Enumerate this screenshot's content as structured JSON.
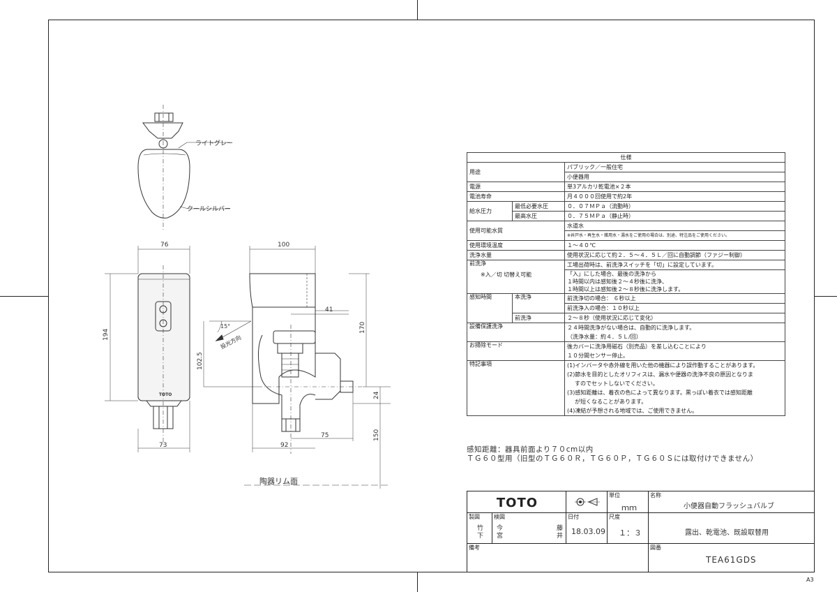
{
  "drawing": {
    "callouts": {
      "light_gray": "ライトグレー",
      "cool_silver": "クールシルバー",
      "light_direction": "投光方向"
    },
    "brand_mark": "TOTO",
    "dimensions": {
      "front_width": "76",
      "side_width": "100",
      "front_height": "194",
      "offset_41": "41",
      "angle": "15°",
      "height_102_5": "102.5",
      "height_170": "170",
      "height_24": "24",
      "depth_73": "73",
      "depth_92": "92",
      "depth_75": "75",
      "height_150": "150"
    },
    "rim_label": "陶器リム面",
    "notes": [
      "感知距離：器具前面より７０cm以内",
      "ＴＧ６０型用（旧型のＴＧ６０Ｒ，ＴＧ６０Ｐ，ＴＧ６０Ｓには取付けできません）"
    ]
  },
  "spec": {
    "title": "仕様",
    "rows": {
      "use_label": "用途",
      "use_v1": "パブリック／一般住宅",
      "use_v2": "小便器用",
      "power_label": "電源",
      "power_v": "単3アルカリ乾電池×２本",
      "life_label": "電池寿命",
      "life_v": "月４０００回使用で約2年",
      "pressure_label": "給水圧力",
      "pressure_min_label": "最低必要水圧",
      "pressure_min_v": "０．０７ＭＰａ（流動時）",
      "pressure_max_label": "最高水圧",
      "pressure_max_v": "０．７５ＭＰａ（静止時）",
      "water_label": "使用可能水質",
      "water_v1": "水道水",
      "water_v2": "※井戸水・再生水・雑用水・湯水をご使用の場合は、別途、特注品をご使用ください。",
      "temp_label": "使用環境温度",
      "temp_v": "１～４０℃",
      "flush_label": "洗浄水量",
      "flush_v": "使用状況に応じて約２．５～４．５Ｌ／回に自動調節（ファジー制御）",
      "pre_label": "前洗浄",
      "pre_sub": "※入／切 切替え可能",
      "pre_v1": "工場出荷時は、前洗浄スイッチを「切」に設定しています。",
      "pre_v2": "「入」にした場合、最後の洗浄から",
      "pre_v3": "１時間以内は感知後２～４秒後に洗浄、",
      "pre_v4": "１時間以上は感知後２～８秒後に洗浄します。",
      "sense_label": "感知時間",
      "main_label": "本洗浄",
      "main_v1": "前洗浄切の場合：  ６秒以上",
      "main_v2": "前洗浄入の場合：１０秒以上",
      "prewash_label": "前洗浄",
      "prewash_v": "２～８秒（使用状況に応じて変化）",
      "protect_label": "設備保護洗浄",
      "protect_v1": "２４時間洗浄がない場合は、自動的に洗浄します。",
      "protect_v2": "（洗浄水量：約４．５Ｌ/回）",
      "clean_label": "お掃除モード",
      "clean_v1": "後カバーに洗浄用磁石（別売品）を差し込むことにより",
      "clean_v2": "１０分間センサー停止。",
      "special_label": "特記事項",
      "special_items": [
        "(1)インバータや赤外線を用いた他の機器により誤作動することがあります。",
        "(2)節水を目的としたオリフィスは、漏水や便器の洗浄不良の原因となりま",
        "すのでセットしないでください。",
        "(3)感知距離は、着衣の色によって異なります。黒っぽい着衣では感知距離",
        "が短くなることがあります。",
        "(4)凍結が予想される地域では、ご使用できません。"
      ]
    }
  },
  "title_block": {
    "company": "TOTO",
    "unit_label": "単位",
    "unit_value": "ｍｍ",
    "name_label": "名称",
    "name_value": "小便器自動フラッシュバルブ",
    "maker_label": "製図",
    "maker_value_1": "竹",
    "maker_value_2": "下",
    "check_label": "検図",
    "check_value_1": "今",
    "check_value_2": "宮",
    "approve_value_1": "藤",
    "approve_value_2": "井",
    "date_label": "日付",
    "date_value": "18.03.09",
    "scale_label": "尺度",
    "scale_value": "１：３",
    "desc_value": "露出、乾電池、既設取替用",
    "remarks_label": "備考",
    "drawing_no_label": "図番",
    "drawing_no_value": "TEA61GDS"
  },
  "sheet_size": "A3"
}
